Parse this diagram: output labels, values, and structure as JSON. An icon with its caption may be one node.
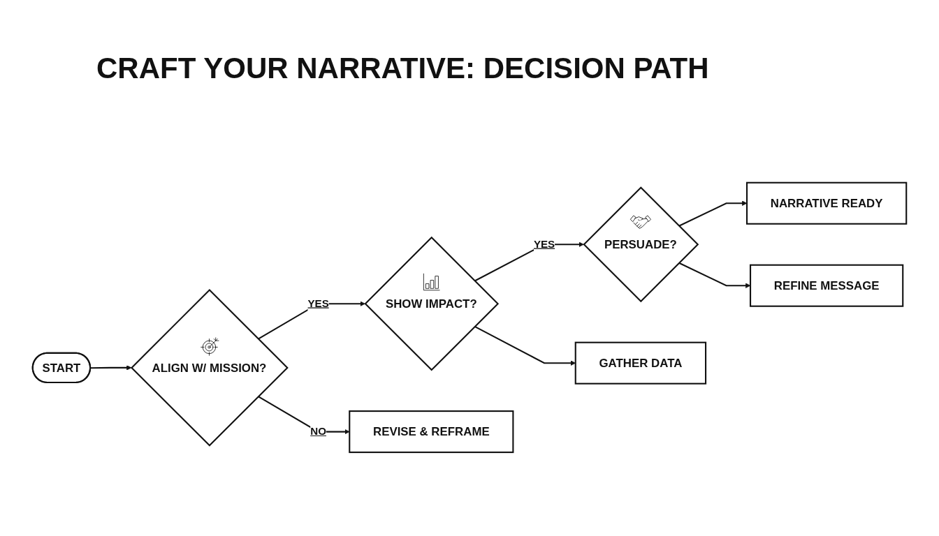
{
  "diagram": {
    "title": "CRAFT YOUR NARRATIVE: DECISION PATH",
    "nodes": [
      {
        "text": [
          "START"
        ]
      },
      {
        "text": [
          "ALIGN W/ MISSION?"
        ]
      },
      {
        "text": [
          "SHOW IMPACT?"
        ]
      },
      {
        "text": [
          "PERSUADE?"
        ]
      },
      {
        "text": [
          "NARRATIVE READY"
        ]
      },
      {
        "text": [
          "REVISE & REFRAME"
        ]
      },
      {
        "text": [
          "GATHER DATA"
        ]
      },
      {
        "text": [
          "REFINE MESSAGE"
        ]
      }
    ],
    "edges": [
      {
        "from": 0,
        "to": 1,
        "arrow": "to"
      },
      {
        "from": 1,
        "to": 2,
        "arrow": "to",
        "label": "YES"
      },
      {
        "from": 1,
        "to": 5,
        "arrow": "to",
        "label": "NO"
      },
      {
        "from": 2,
        "to": 3,
        "arrow": "to",
        "label": "YES"
      },
      {
        "from": 2,
        "to": 6,
        "arrow": "to"
      },
      {
        "from": 3,
        "to": 4,
        "arrow": "to"
      },
      {
        "from": 3,
        "to": 7,
        "arrow": "to"
      }
    ]
  }
}
